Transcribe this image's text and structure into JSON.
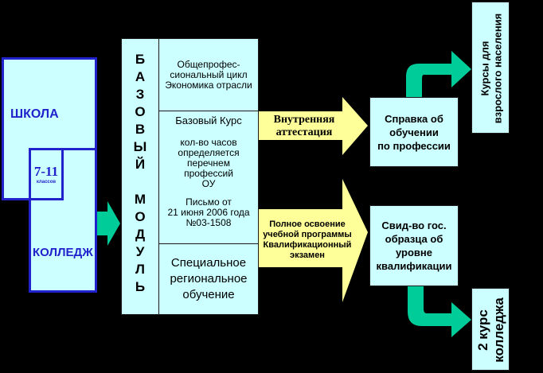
{
  "school": {
    "title": "ШКОЛА",
    "grades": "7-11",
    "grades_sub": "классов"
  },
  "college": {
    "title": "КОЛЛЕДЖ"
  },
  "base_module": {
    "vertical_title_letters": [
      "Б",
      "А",
      "З",
      "О",
      "В",
      "Ы",
      "Й",
      "",
      "М",
      "О",
      "Д",
      "У",
      "Л",
      "Ь"
    ],
    "section1": {
      "line1": "Общепрофес-",
      "line2": "сиональный цикл",
      "line3": "Экономика отрасли"
    },
    "section2": {
      "header": "Базовый Курс",
      "p1_line1": "кол-во часов",
      "p1_line2": "определяется",
      "p1_line3": "перечнем",
      "p1_line4": "профессий",
      "p1_line5": "ОУ",
      "p2_line1": "Письмо от",
      "p2_line2": "21 июня 2006 года",
      "p2_line3": "№03-1508"
    },
    "section3": {
      "line1": "Специальное",
      "line2": "региональное",
      "line3": "обучение"
    }
  },
  "arrow_top": {
    "line1": "Внутренняя",
    "line2": "аттестация"
  },
  "arrow_bottom": {
    "line1": "Полное освоение",
    "line2": "учебной программы",
    "line3": "Квалификационный",
    "line4": "экзамен"
  },
  "cert_top": {
    "line1": "Справка об",
    "line2": "обучении",
    "line3": "по профессии"
  },
  "cert_bottom": {
    "line1": "Свид-во гос.",
    "line2": "образца об",
    "line3": "уровне",
    "line4": "квалификации"
  },
  "courses_adult": {
    "line1": "Курсы для",
    "line2": "взрослого населения"
  },
  "college_2": {
    "line1": "2 курс",
    "line2": "колледжа"
  },
  "colors": {
    "cyan": "#ccffff",
    "yellow": "#ffff99",
    "green": "#00cc99",
    "blue_border": "#2222cc"
  }
}
